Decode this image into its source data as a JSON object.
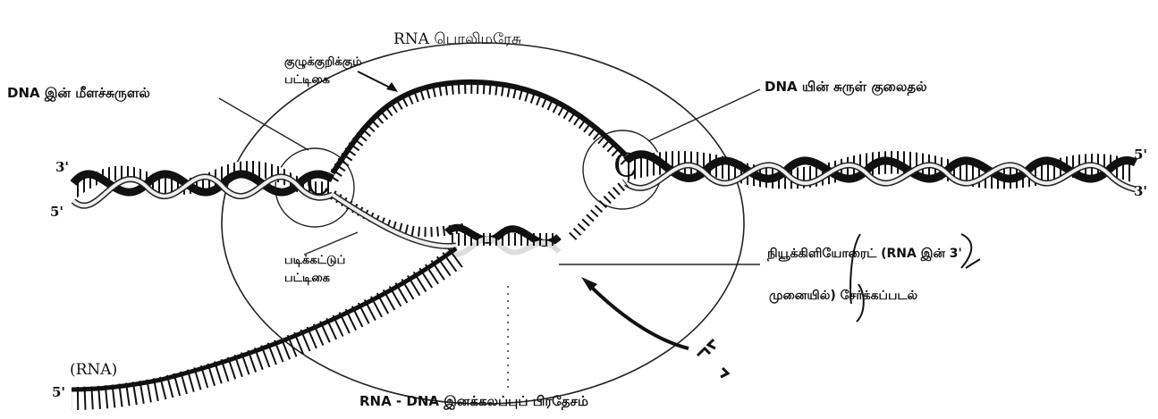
{
  "labels": {
    "rna_polymerase": "RNA பொலிமரேசு",
    "dna_rewinding": "DNA இன் மீளச்சுருளல்",
    "dna_unwinding": "DNA யின் சுருள் குலைதல்",
    "coding_strand_line1": "குழுக்குறிக்கும்",
    "coding_strand_line2": "பட்டிகை",
    "template_strand_line1": "படிக்கட்டுப்",
    "template_strand_line2": "பட்டிகை",
    "nucleotide_line1": "நியூக்கிளியோரைட் (RNA இன் 3'",
    "nucleotide_line2": "முனையில்) சேர்க்கப்படல்",
    "rna": "(RNA)",
    "hybrid_region": "RNA - DNA இனக்கலப்புப் பிரதேசம்"
  },
  "strand_ends": {
    "left_top": "3'",
    "left_bottom": "5'",
    "right_top": "5'",
    "right_bottom": "3'",
    "rna_end": "5'"
  },
  "colors": {
    "ink": "#111111",
    "strand_light": "#e8e8e8"
  }
}
